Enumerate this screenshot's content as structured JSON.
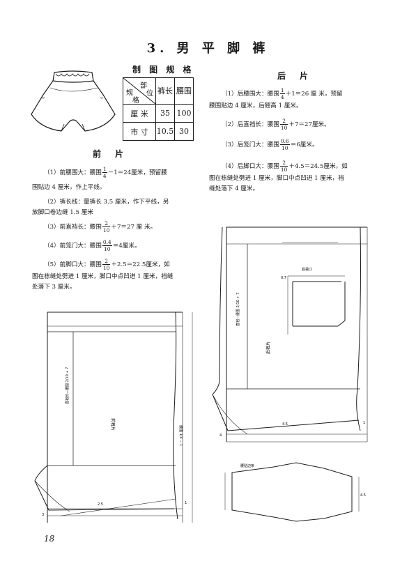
{
  "title": "3. 男 平 脚 裤",
  "spec": {
    "heading": "制 图 规 格",
    "corner": {
      "top": "部",
      "mid_right": "位",
      "mid_left": "规",
      "bottom": "格"
    },
    "col1": "裤长",
    "col2": "腰围",
    "rows": [
      {
        "label": "厘 米",
        "v1": "35",
        "v2": "100"
      },
      {
        "label": "市 寸",
        "v1": "10.5",
        "v2": "30"
      }
    ]
  },
  "front": {
    "heading": "前　片",
    "items": [
      {
        "pre": "（1）前腰围大：腰围",
        "num": "1",
        "den": "4",
        "post": "－1＝24厘米，预留腰",
        "cont": "围贴边 4 厘米，作上平线。"
      },
      {
        "text": "（2）裤长线：量裤长 3.5 厘米，作下平线，另",
        "cont": "放脚口卷边缝 1.5 厘米"
      },
      {
        "pre": "（3）前直裆长：腰围",
        "num": "2",
        "den": "10",
        "post": "＋7＝27 厘 米。"
      },
      {
        "pre": "（4）前笼门大：腰围",
        "num": "0.4",
        "den": "10",
        "post": "＝4厘米。"
      },
      {
        "pre": "（5）前脚口大：腰围",
        "num": "2",
        "den": "10",
        "post": "＋2.5＝22.5厘米，如",
        "cont": "图在栋缝处劈进 1 厘米，脚口中点凹进 1 厘米，裆缝",
        "cont2": "处落下 3 厘米。"
      }
    ]
  },
  "back": {
    "heading": "后　片",
    "items": [
      {
        "pre": "（1）后腰围大：腰围",
        "num": "1",
        "den": "4",
        "post": "＋1＝26 厘 米，预留",
        "cont": "腰围贴边 4 厘米，后翘高 1 厘米。"
      },
      {
        "pre": "（2）后直裆长：腰围",
        "num": "2",
        "den": "10",
        "post": "＋7＝27厘米。"
      },
      {
        "pre": "（3）后笼门大：腰围",
        "num": "0.6",
        "den": "10",
        "post": "＝6厘米。"
      },
      {
        "pre": "（4）后脚口大：腰围",
        "num": "2",
        "den": "10",
        "post": "＋4.5＝24.5厘米，如",
        "cont": "图在栋缝处劈进 1 厘米，脚口中点凹进 1 厘米，裆",
        "cont2": "缝处落下 4 厘米。"
      }
    ]
  },
  "diagram_labels": {
    "front_crotch": "直裆长—腰围 2/10 + 7",
    "front_piece": "前裤片",
    "front_side": "腰围 1/4 − 1",
    "back_pocket_label": "后袋口",
    "back_piece": "后裤片",
    "back_crotch": "直裆—腰围 2/10 + 7",
    "waistband_label": "腰贴边条",
    "front_dim1": "2.5",
    "front_dim2": "3",
    "front_dim3": "1",
    "back_dim1": "4.5",
    "back_dim2": "4",
    "back_dim3": "1",
    "back_dim4": "0.7",
    "band_dim": "4.5"
  },
  "page_number": "18"
}
